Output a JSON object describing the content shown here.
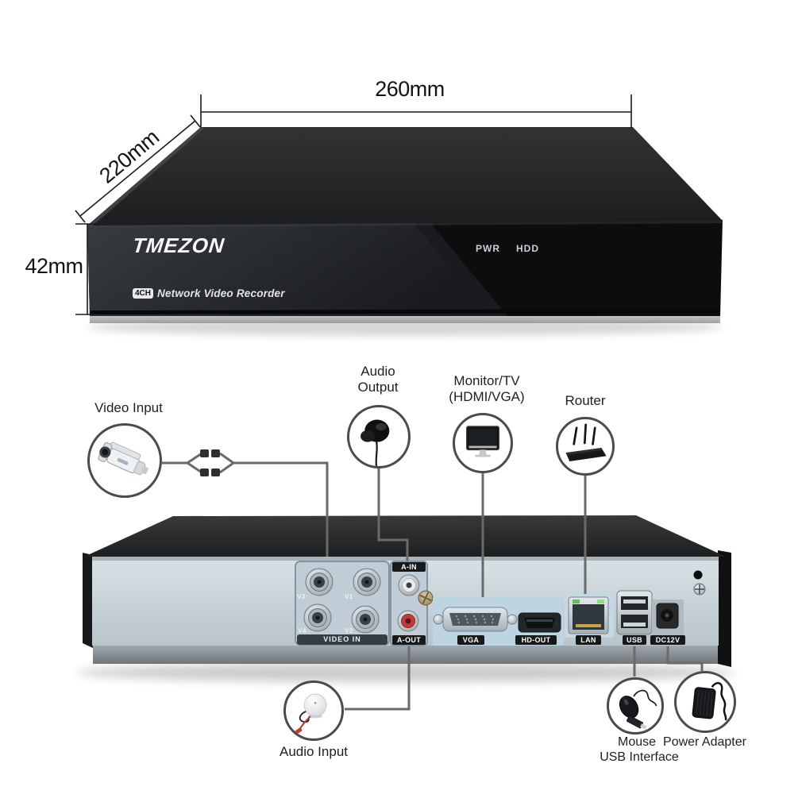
{
  "dimensions": {
    "width": "260mm",
    "depth": "220mm",
    "height": "42mm"
  },
  "front_panel": {
    "brand": "TMEZON",
    "power_led": "PWR",
    "hdd_led": "HDD",
    "channel_badge": "4CH",
    "product_name": "Network Video Recorder"
  },
  "rear_panel": {
    "video_in": {
      "label": "VIDEO IN",
      "channels": [
        "V3",
        "V1",
        "V4",
        "V2"
      ]
    },
    "audio_in": "A-IN",
    "audio_out": "A-OUT",
    "vga": "VGA",
    "hd_out": "HD-OUT",
    "lan": "LAN",
    "usb": "USB",
    "power": "DC12V"
  },
  "callouts": {
    "video_input": {
      "label": "Video Input",
      "icon": "camera-icon"
    },
    "audio_output": {
      "line1": "Audio",
      "line2": "Output",
      "icon": "earphone-icon"
    },
    "monitor": {
      "line1": "Monitor/TV",
      "line2": "(HDMI/VGA)",
      "icon": "monitor-icon"
    },
    "router": {
      "label": "Router",
      "icon": "router-icon"
    },
    "audio_input": {
      "label": "Audio Input",
      "icon": "microphone-icon"
    },
    "mouse": {
      "label": "Mouse",
      "sub": "USB Interface",
      "icon": "mouse-icon"
    },
    "power_adapter": {
      "label": "Power Adapter",
      "icon": "power-adapter-icon"
    }
  },
  "colors": {
    "background": "#ffffff",
    "device_black": "#17181a",
    "rear_panel_gray": "#c9d4da",
    "port_panel_blue": "#bdd5e3",
    "audio_out_red": "#c23a3c",
    "lan_led_green": "#5ec84f",
    "callout_line": "#6a6a6a",
    "badge_black": "#17191b"
  }
}
